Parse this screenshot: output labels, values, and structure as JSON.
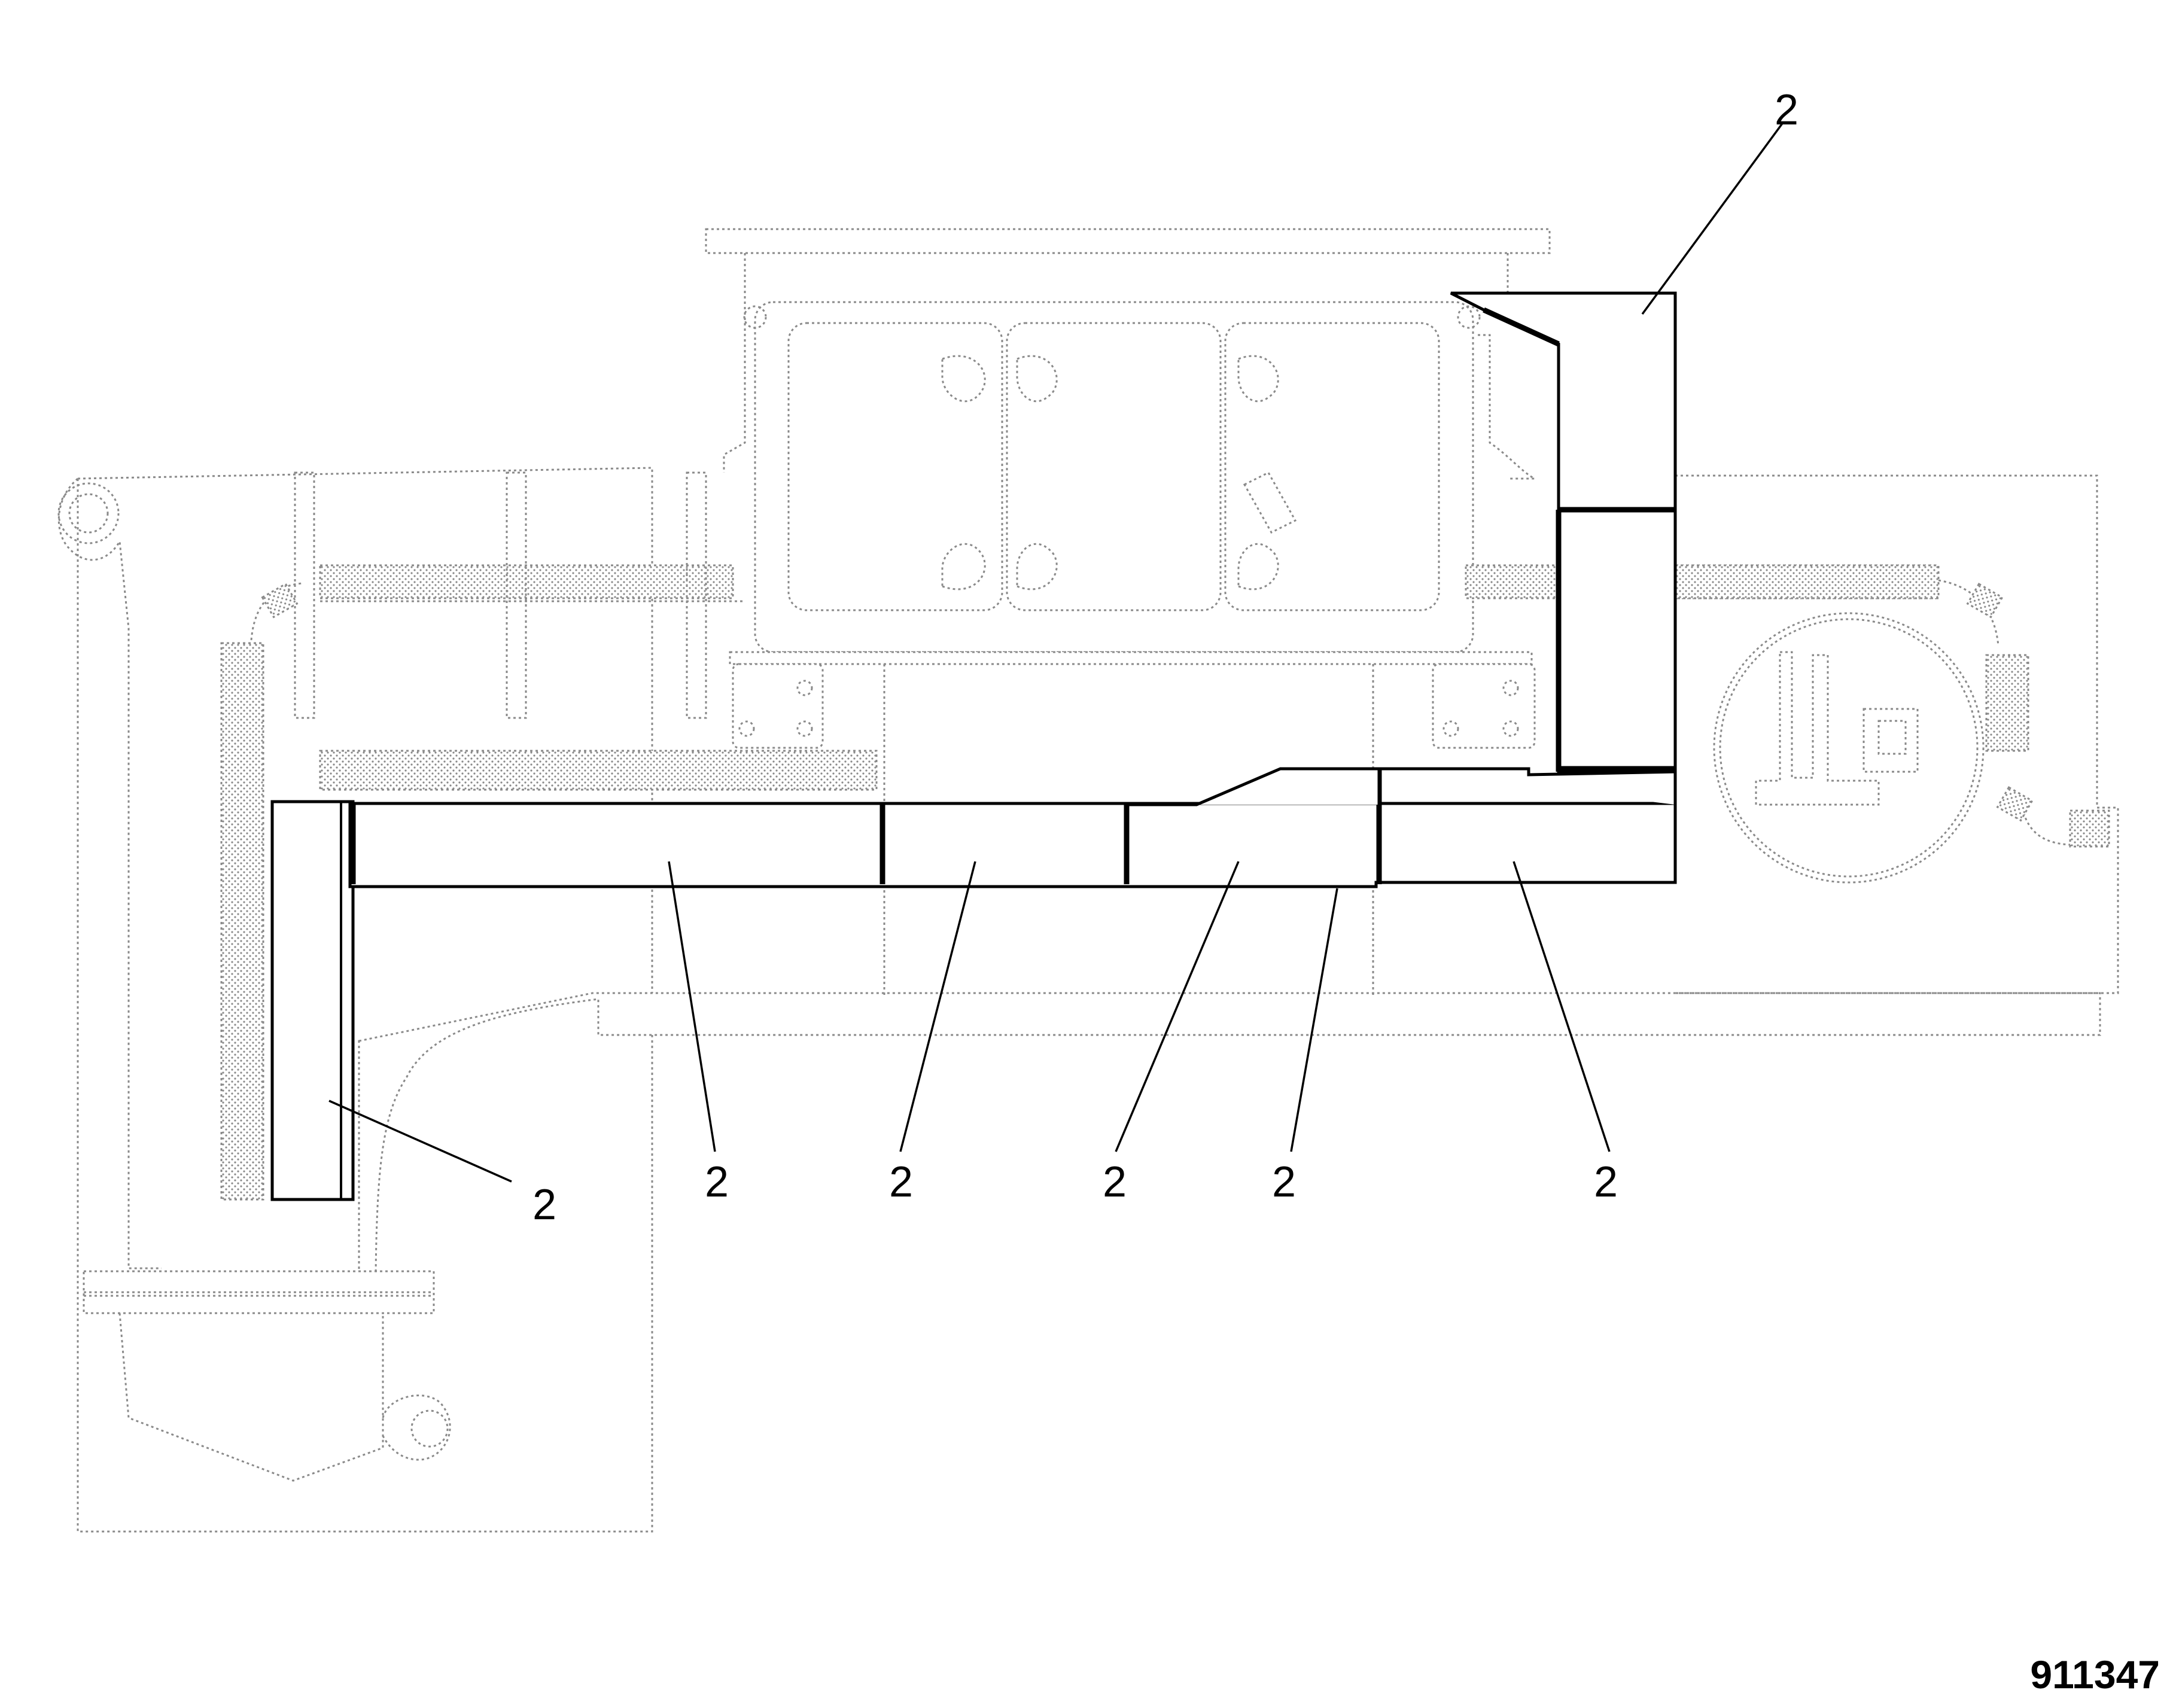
{
  "callouts": [
    {
      "id": "c1",
      "label": "2"
    },
    {
      "id": "c2",
      "label": "2"
    },
    {
      "id": "c3",
      "label": "2"
    },
    {
      "id": "c4",
      "label": "2"
    },
    {
      "id": "c5",
      "label": "2"
    },
    {
      "id": "c6",
      "label": "2"
    },
    {
      "id": "c7",
      "label": "2"
    }
  ],
  "drawing_number": "911347",
  "colors": {
    "part_outline": "#000000",
    "background_geometry": "#8a8a8a",
    "background": "#ffffff"
  }
}
